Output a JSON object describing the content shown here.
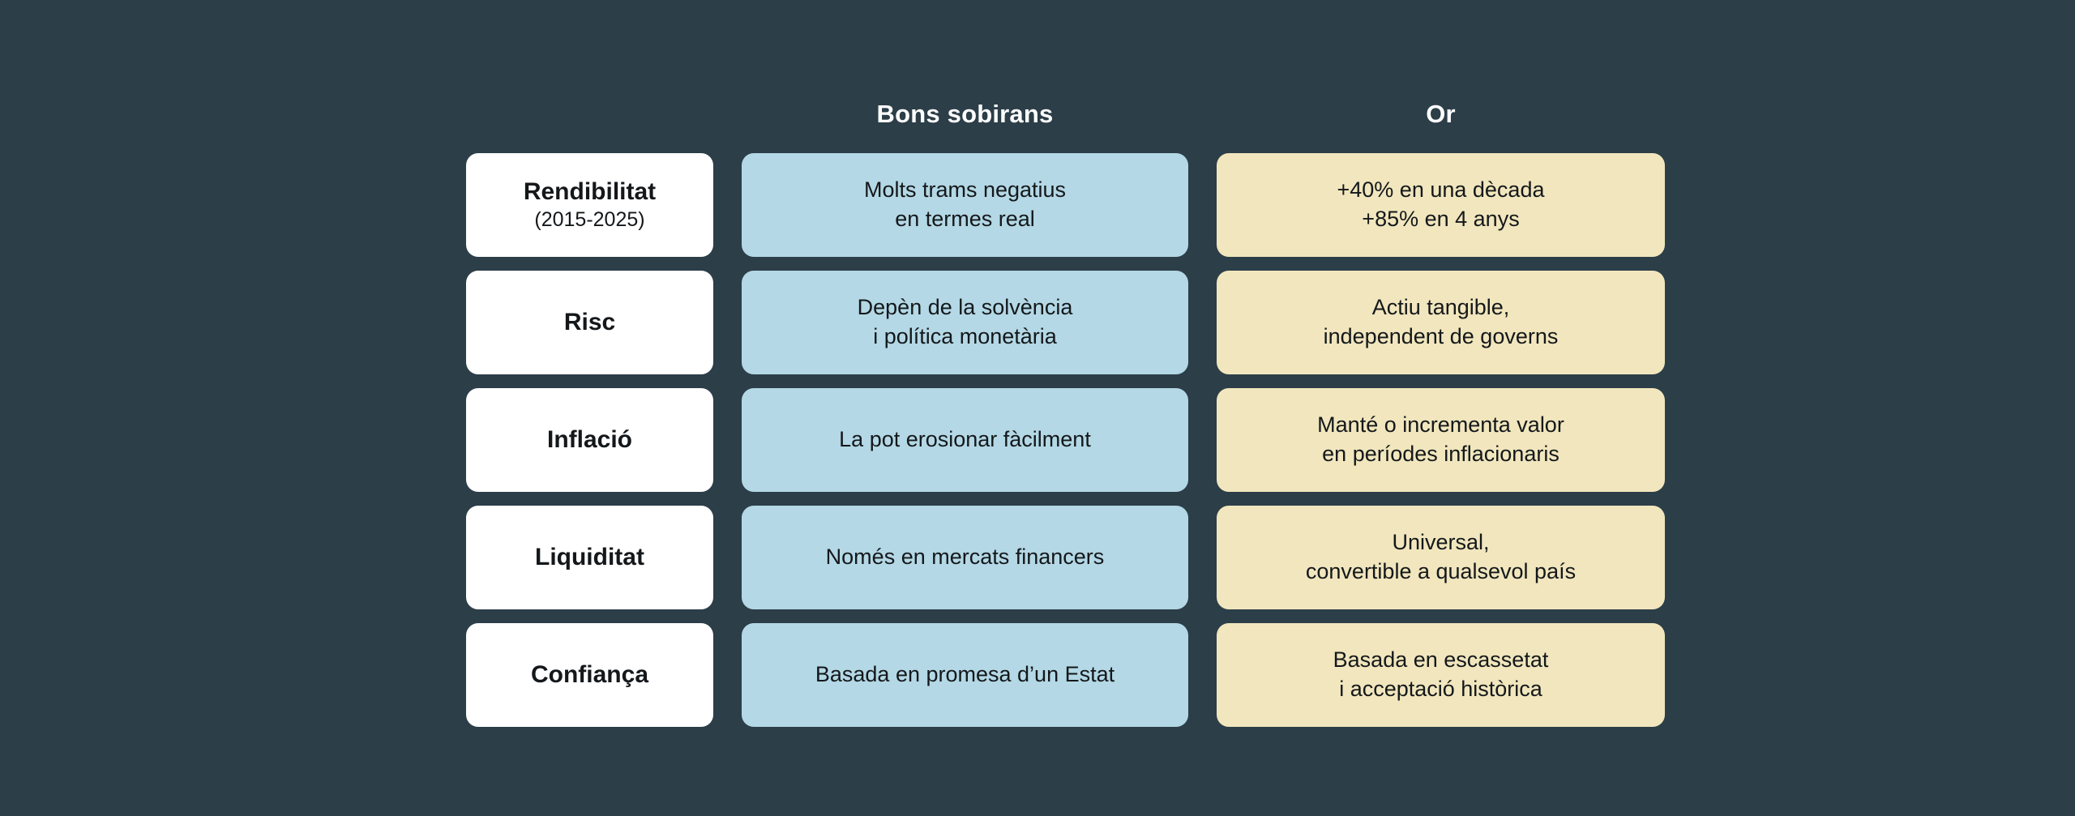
{
  "theme": {
    "background": "#2c3e48",
    "label_card": "#ffffff",
    "bonds_card": "#b4d8e5",
    "gold_card": "#f1e6bd",
    "text_dark": "#14181b",
    "header_text": "#ffffff"
  },
  "columns": {
    "criteria_header": "",
    "bonds_header": "Bons sobirans",
    "gold_header": "Or"
  },
  "rows": [
    {
      "label": "Rendibilitat",
      "label_sub": "(2015-2025)",
      "bonds": [
        "Molts trams negatius",
        "en termes real"
      ],
      "gold": [
        "+40% en una dècada",
        "+85% en 4 anys"
      ]
    },
    {
      "label": "Risc",
      "label_sub": "",
      "bonds": [
        "Depèn de la solvència",
        "i política monetària"
      ],
      "gold": [
        "Actiu tangible,",
        "independent de governs"
      ]
    },
    {
      "label": "Inflació",
      "label_sub": "",
      "bonds": [
        "La pot erosionar fàcilment"
      ],
      "gold": [
        "Manté o incrementa valor",
        "en períodes inflacionaris"
      ]
    },
    {
      "label": "Liquiditat",
      "label_sub": "",
      "bonds": [
        "Només en mercats financers"
      ],
      "gold": [
        "Universal,",
        "convertible a qualsevol país"
      ]
    },
    {
      "label": "Confiança",
      "label_sub": "",
      "bonds": [
        "Basada en promesa d’un Estat"
      ],
      "gold": [
        "Basada en escassetat",
        "i acceptació històrica"
      ]
    }
  ]
}
